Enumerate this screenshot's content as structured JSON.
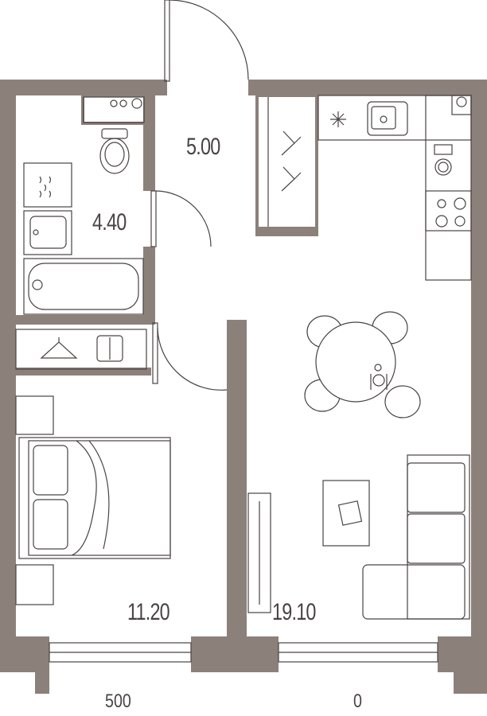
{
  "rooms": [
    {
      "id": "hall",
      "area": "5.00"
    },
    {
      "id": "bathroom",
      "area": "4.40"
    },
    {
      "id": "bedroom",
      "area": "11.20"
    },
    {
      "id": "living",
      "area": "19.10"
    }
  ],
  "bottom_labels": {
    "left": "500",
    "right": "0"
  },
  "colors": {
    "wall": "#8c807a",
    "line": "#4a4343",
    "text": "#4a4343"
  }
}
